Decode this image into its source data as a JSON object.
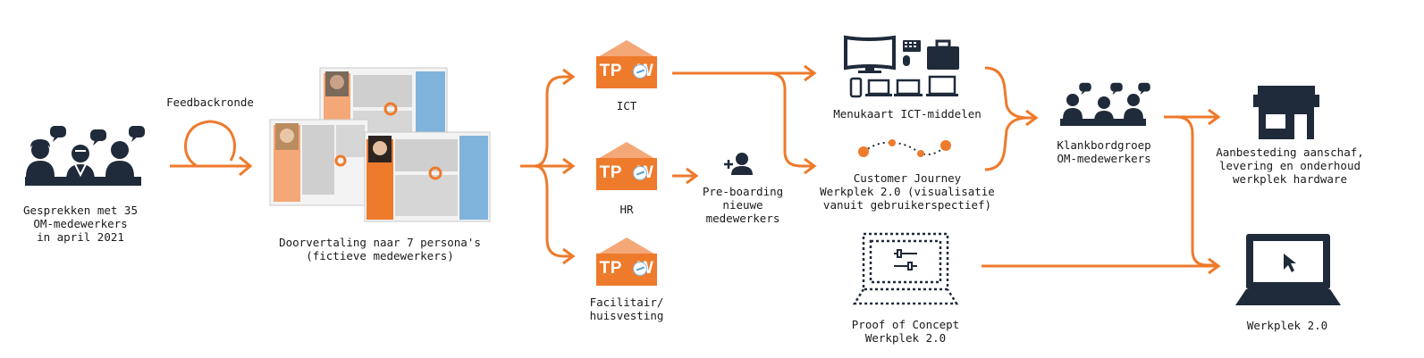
{
  "labels": {
    "gesprekken": [
      "Gesprekken met 35",
      "OM-medewerkers",
      "in april 2021"
    ],
    "feedbackronde": "Feedbackronde",
    "doorvertaling": [
      "Doorvertaling naar 7 persona's",
      "(fictieve medewerkers)"
    ],
    "ict": "ICT",
    "hr": "HR",
    "facilitair": [
      "Facilitair/",
      "huisvesting"
    ],
    "preboarding": [
      "Pre-boarding",
      "nieuwe",
      "medewerkers"
    ],
    "menukaart": "Menukaart ICT-middelen",
    "customer_journey": [
      "Customer Journey",
      "Werkplek 2.0 (visualisatie",
      "vanuit gebruikerspectief)"
    ],
    "proof_of_concept": [
      "Proof of Concept",
      "Werkplek 2.0"
    ],
    "klankbordgroep": [
      "Klankbordgroep",
      "OM-medewerkers"
    ],
    "aanbesteding": [
      "Aanbesteding aanschaf,",
      "levering en onderhoud",
      "werkplek hardware"
    ],
    "werkplek": "Werkplek 2.0"
  },
  "tpow_text": "TP",
  "tpow_text2": "W",
  "colors": {
    "accent": "#ee7a2c",
    "accent_light": "#f4a878",
    "dark": "#1f2a3a",
    "panel_blue": "#7fb3dc"
  },
  "icons": [
    "people-with-speech-icon",
    "feedback-loop-icon",
    "persona-cards-icon",
    "tpow-logo-icon",
    "add-user-icon",
    "ict-devices-icon",
    "journey-dots-icon",
    "concept-laptop-icon",
    "shop-icon",
    "laptop-icon"
  ]
}
